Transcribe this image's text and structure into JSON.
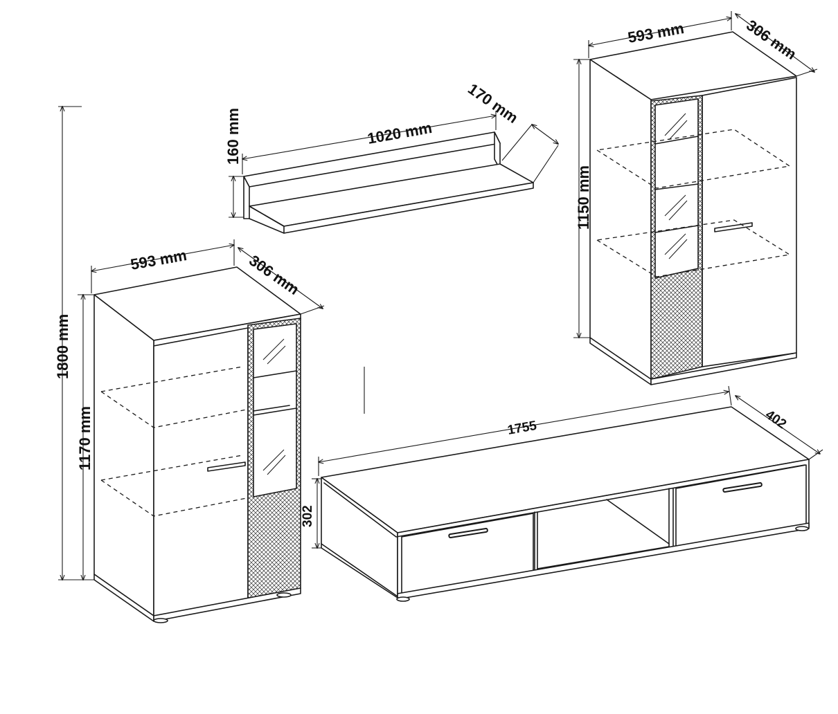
{
  "dimensions": {
    "shelf_width": "1020 mm",
    "shelf_depth": "170 mm",
    "shelf_height": "160 mm",
    "tall_cab_width": "593 mm",
    "tall_cab_depth": "306 mm",
    "tall_cab_height": "1150 mm",
    "low_cab_width": "593 mm",
    "low_cab_depth": "306 mm",
    "low_cab_height": "1170 mm",
    "overall_height": "1800 mm",
    "tv_width": "1755",
    "tv_depth": "402",
    "tv_height": "302"
  },
  "colors": {
    "line": "#1a1a1a",
    "background": "#ffffff"
  }
}
